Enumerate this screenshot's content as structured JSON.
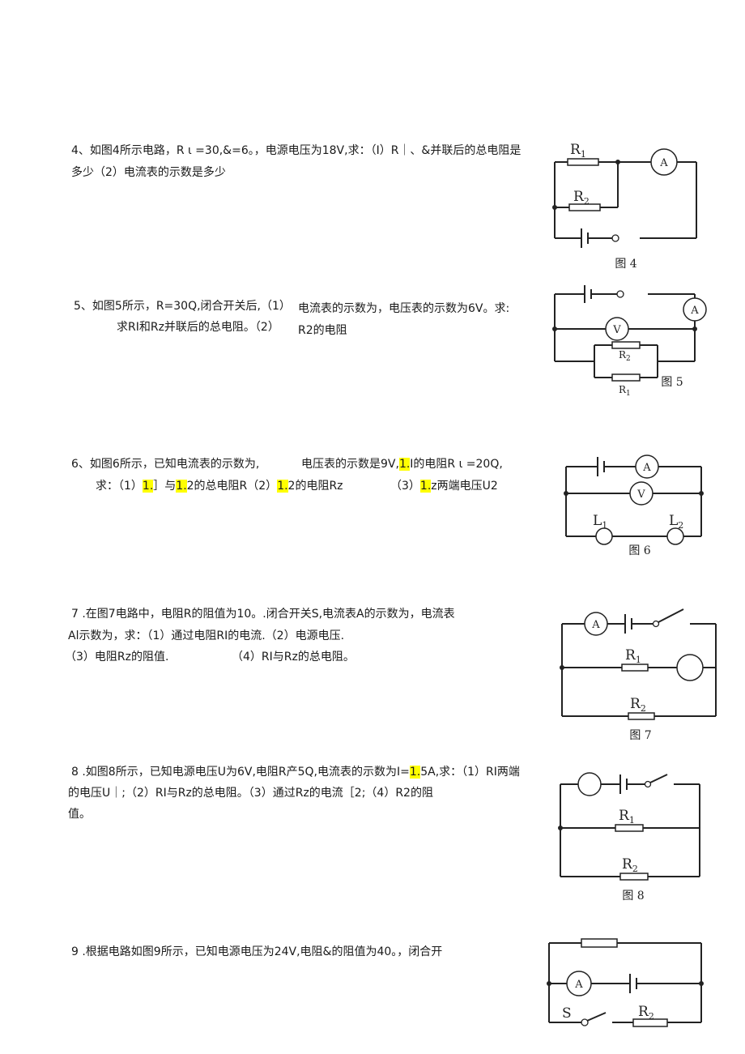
{
  "q4": {
    "line1": "4、如图4所示电路，R ι =30,&=6。，电源电压为18V,求：（I）R｜、&并联后的总电阻是",
    "line2": "多少（2）电流表的示数是多少"
  },
  "q5": {
    "part_a": "5、如图5所示，R=30Q,闭合开关后,（1）",
    "part_b": "电流表的示数为，电压表的示数为6V。求:",
    "part_c": "求RI和Rz并联后的总电阻。（2）",
    "part_d": "R2的电阻"
  },
  "q6": {
    "part_a": "6、如图6所示，已知电流表的示数为,",
    "part_b": "电压表的示数是9V,",
    "hl1": "1.",
    "part_c": "I的电阻R ι =20Q,",
    "l2_a": "求：（1）",
    "hl2": "1.",
    "l2_b": "］与",
    "hl3": "1.",
    "l2_c": "2的总电阻R（2）",
    "hl4": "1.",
    "l2_d": "2的电阻Rz",
    "l2_e": "（3）",
    "hl5": "1.",
    "l2_f": "z两端电压U2"
  },
  "q7": {
    "line1": "7 .在图7电路中，电阻R的阻值为10。.闭合开关S,电流表A的示数为，电流表",
    "line2": "Al示数为，求：（1）通过电阻RI的电流.（2）电源电压.",
    "line3a": "（3）电阻Rz的阻值.",
    "line3b": "（4）RI与Rz的总电阻。"
  },
  "q8": {
    "line1a": "8 .如图8所示，已知电源电压U为6V,电阻R产5Q,电流表的示数为I=",
    "hl": "1.",
    "line1b": "5A,求：（1）RI两端",
    "line2": "的电压U｜;（2）RI与Rz的总电阻。（3）通过Rz的电流［2;（4）R2的阻",
    "line3": "值。"
  },
  "q9": {
    "line1": "9 .根据电路如图9所示，已知电源电压为24V,电阻&的阻值为40。，闭合开"
  },
  "fig4": {
    "caption": "图 4",
    "r1": "R",
    "r1_sub": "1",
    "r2": "R",
    "r2_sub": "2",
    "meter": "A"
  },
  "fig5": {
    "caption": "图 5",
    "r2": "R",
    "r2_sub": "2",
    "r1": "R",
    "r1_sub": "1",
    "meter_a": "A",
    "meter_v": "V"
  },
  "fig6": {
    "caption": "图 6",
    "meter_a": "A",
    "meter_v": "V",
    "l1": "L",
    "l1_sub": "1",
    "l2": "L",
    "l2_sub": "2"
  },
  "fig7": {
    "caption": "图 7",
    "meter_a": "A",
    "r1": "R",
    "r1_sub": "1",
    "r2": "R",
    "r2_sub": "2"
  },
  "fig8": {
    "caption": "图 8",
    "r1": "R",
    "r1_sub": "1",
    "r2": "R",
    "r2_sub": "2"
  },
  "fig9": {
    "meter_a": "A",
    "switch": "S",
    "r2": "R",
    "r2_sub": "2"
  },
  "highlight_color": "#ffff00"
}
